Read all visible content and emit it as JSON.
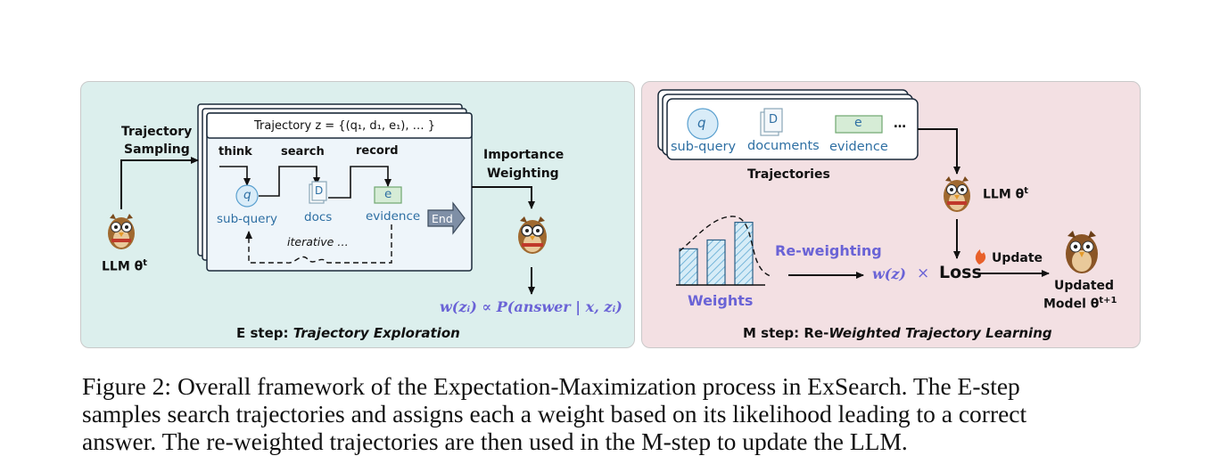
{
  "e_step": {
    "title_prefix": "E step: ",
    "title_em": "Trajectory Exploration",
    "trajectory_sampling_line1": "Trajectory",
    "trajectory_sampling_line2": "Sampling",
    "llm_label": "LLM θ",
    "llm_sup": "t",
    "card_title": "Trajectory z = {(q₁, d₁, e₁), … }",
    "think": "think",
    "search": "search",
    "record": "record",
    "q_glyph": "q",
    "d_glyph": "D",
    "e_glyph": "e",
    "sub_query": "sub-query",
    "docs": "docs",
    "evidence": "evidence",
    "end": "End",
    "iterative": "iterative …",
    "importance_line1": "Importance",
    "importance_line2": "Weighting",
    "formula": "w(zᵢ) ∝ P(answer | x, zᵢ)"
  },
  "m_step": {
    "title_prefix": "M step: Re-",
    "title_em": "Weighted Trajectory Learning",
    "q_glyph": "q",
    "d_glyph": "D",
    "e_glyph": "e",
    "sub_query": "sub-query",
    "documents": "documents",
    "evidence": "evidence",
    "ellipsis": "…",
    "trajectories": "Trajectories",
    "llm_label": "LLM θ",
    "llm_sup": "t",
    "reweighting": "Re-weighting",
    "weights": "Weights",
    "wz": "w(z)",
    "times": "×",
    "loss": "Loss",
    "update": "Update",
    "updated_line1": "Updated",
    "updated_line2": "Model θ",
    "updated_sup": "t+1",
    "bar_values": [
      0.45,
      0.56,
      0.78
    ]
  },
  "caption": {
    "line1": "Figure 2: Overall framework of the Expectation-Maximization process in ExSearch. The E-step",
    "line2": "samples search trajectories and assigns each a weight based on its likelihood leading to a correct",
    "line3": "answer. The re-weighted trajectories are then used in the M-step to update the LLM."
  }
}
